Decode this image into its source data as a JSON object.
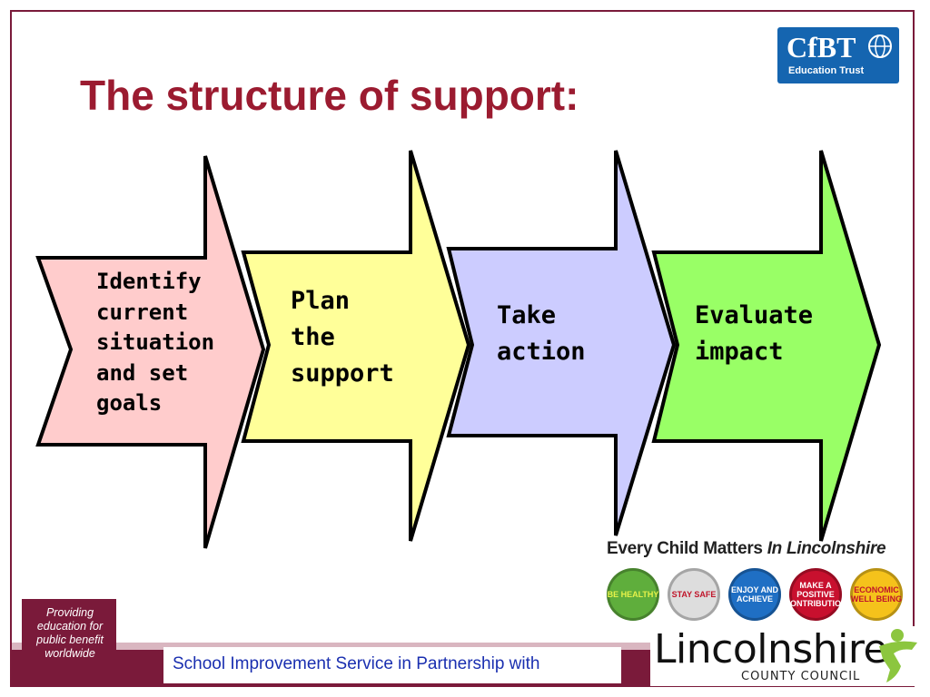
{
  "slide": {
    "title": "The structure of support:"
  },
  "logo_cfbt": {
    "name": "CfBT",
    "subtitle": "Education Trust",
    "color": "#1565b0"
  },
  "steps": [
    {
      "label": "Identify\ncurrent\nsituation\nand set\ngoals",
      "color": "#ffcccc"
    },
    {
      "label": "Plan\nthe\nsupport",
      "color": "#ffff99"
    },
    {
      "label": "Take\naction",
      "color": "#ccccff"
    },
    {
      "label": "Evaluate\nimpact",
      "color": "#99ff66"
    }
  ],
  "ecm": {
    "title_main": "Every Child Matters",
    "title_em": "In Lincolnshire",
    "badges": [
      {
        "label": "BE HEALTHY",
        "color": "#5fae3c",
        "text_color": "#e6f24a"
      },
      {
        "label": "STAY SAFE",
        "color": "#dddddd",
        "text_color": "#c0152a"
      },
      {
        "label": "ENJOY AND ACHIEVE",
        "color": "#1f6fc4",
        "text_color": "#ffffff"
      },
      {
        "label": "MAKE A POSITIVE CONTRIBUTION",
        "color": "#c8102e",
        "text_color": "#ffffff"
      },
      {
        "label": "ECONOMIC WELL BEING",
        "color": "#f5c21b",
        "text_color": "#c0152a"
      }
    ]
  },
  "footer": {
    "tagline": "Providing education for public benefit worldwide",
    "partnership": "School Improvement Service in Partnership with",
    "council_name": "Lincolnshire",
    "council_sub": "COUNTY COUNCIL",
    "band_color": "#7a1a3a"
  }
}
